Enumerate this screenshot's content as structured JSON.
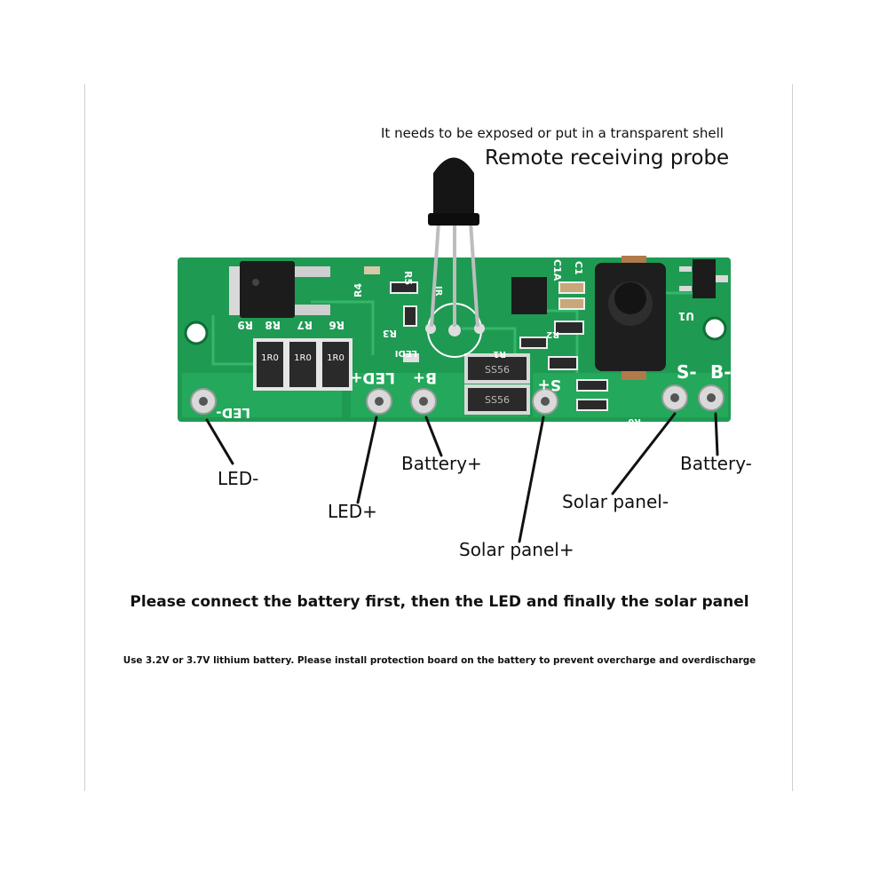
{
  "annotations": {
    "shell_note": "It needs to be exposed or put in a transparent shell",
    "probe_label": "Remote receiving probe"
  },
  "pins": {
    "led_minus": "LED-",
    "led_plus": "LED+",
    "battery_plus": "Battery+",
    "solar_plus": "Solar panel+",
    "solar_minus": "Solar panel-",
    "battery_minus": "Battery-"
  },
  "instructions": {
    "order": "Please connect the battery first, then the LED and finally the solar panel",
    "usage": "Use 3.2V or 3.7V lithium battery. Please install protection board on the battery to prevent overcharge and overdischarge"
  },
  "silkscreen": {
    "r9": "R9",
    "r8": "R8",
    "r7": "R7",
    "r6": "R6",
    "r4": "R4",
    "r5": "R5",
    "r3": "R3",
    "ir": "IR",
    "ledi": "LEDI",
    "r1": "R1",
    "r2": "R2",
    "c1a": "C1A",
    "c1": "C1",
    "u1": "U1",
    "r0": "R0",
    "res_1r0": "1R0",
    "ss56": "SS56",
    "pad_led_minus": "LED-",
    "pad_led_plus": "LED+",
    "pad_b_plus": "B+",
    "pad_s_plus": "S+",
    "pad_s_minus": "S-",
    "pad_b_minus": "B-"
  },
  "colors": {
    "pcb": "#1f9a53",
    "pcb_dark": "#147a3e",
    "silk": "#ffffff",
    "pad": "#d9d9d9"
  }
}
